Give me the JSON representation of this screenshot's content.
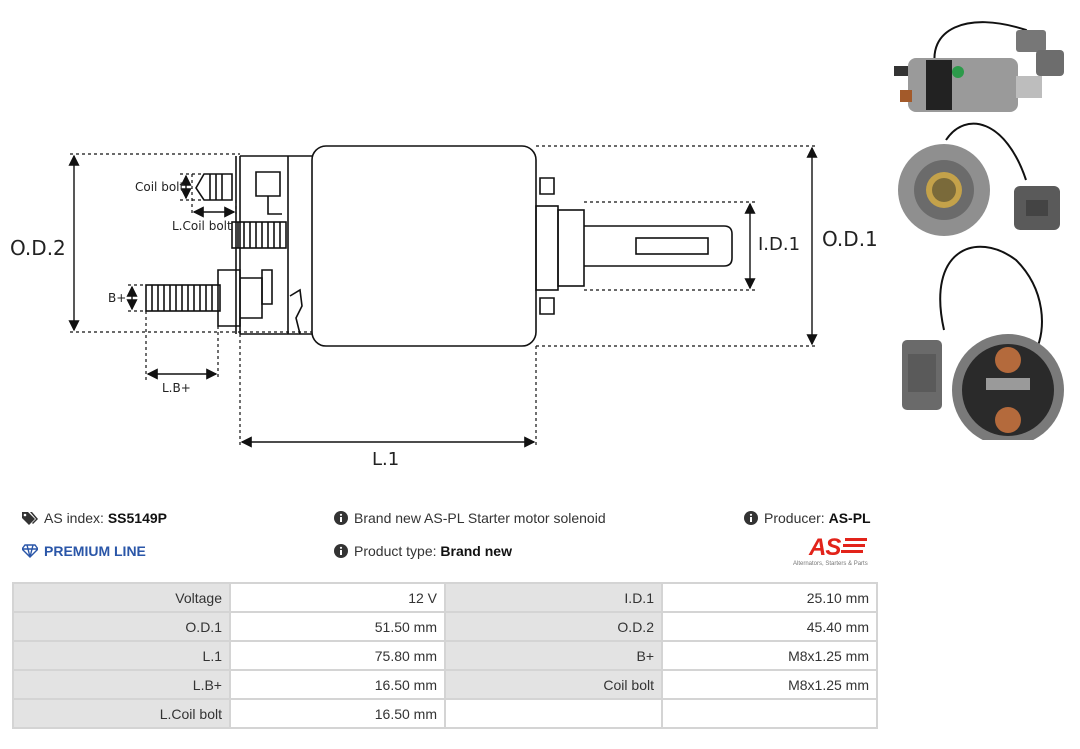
{
  "diagram": {
    "labels": {
      "od2": "O.D.2",
      "od1": "O.D.1",
      "id1": "I.D.1",
      "l1": "L.1",
      "coil_bolt": "Coil bolt",
      "l_coil_bolt": "L.Coil bolt",
      "b_plus": "B+",
      "l_b_plus": "L.B+"
    }
  },
  "info": {
    "as_index_label": "AS index:",
    "as_index_value": "SS5149P",
    "premium": "PREMIUM LINE",
    "description": "Brand new AS-PL Starter motor solenoid",
    "product_type_label": "Product type:",
    "product_type_value": "Brand new",
    "producer_label": "Producer:",
    "producer_value": "AS-PL",
    "logo_text": "AS",
    "logo_tagline": "Alternators, Starters & Parts"
  },
  "specs": [
    {
      "l1": "Voltage",
      "v1": "12 V",
      "l2": "I.D.1",
      "v2": "25.10 mm"
    },
    {
      "l1": "O.D.1",
      "v1": "51.50 mm",
      "l2": "O.D.2",
      "v2": "45.40 mm"
    },
    {
      "l1": "L.1",
      "v1": "75.80 mm",
      "l2": "B+",
      "v2": "M8x1.25 mm"
    },
    {
      "l1": "L.B+",
      "v1": "16.50 mm",
      "l2": "Coil bolt",
      "v2": "M8x1.25 mm"
    },
    {
      "l1": "L.Coil bolt",
      "v1": "16.50 mm",
      "l2": "",
      "v2": ""
    }
  ],
  "colors": {
    "premium": "#2a56a8",
    "logo_red": "#e2231a",
    "label_bg": "#e3e3e3",
    "border": "#d4d4d4"
  },
  "icons": [
    "tags-icon",
    "diamond-icon",
    "info-icon"
  ]
}
